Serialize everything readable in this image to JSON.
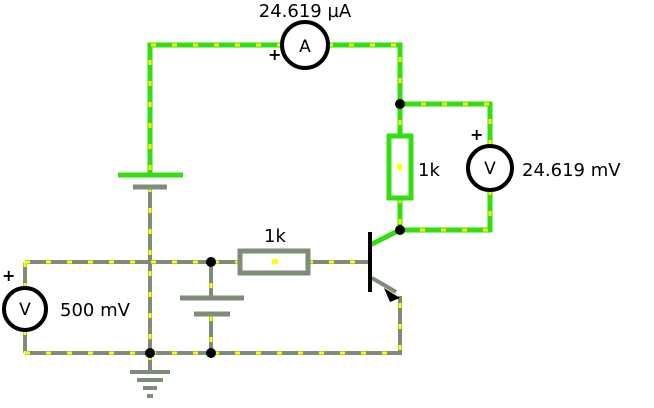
{
  "colors": {
    "active_wire": "#33dd11",
    "idle_wire": "#7e8c7a",
    "current_dot": "#ffff00",
    "node": "#000000",
    "background": "#ffffff"
  },
  "labels": {
    "ammeter_reading": "24.619 µA",
    "voltmeter_right_reading": "24.619 mV",
    "voltmeter_left_reading": "500 mV",
    "resistor_collector": "1k",
    "resistor_base": "1k",
    "ammeter_symbol": "A",
    "voltmeter_symbol": "V",
    "plus_sign": "+"
  },
  "icons": {
    "ammeter": "ammeter-icon",
    "voltmeter": "voltmeter-icon",
    "battery": "battery-icon",
    "resistor": "resistor-icon",
    "transistor": "npn-transistor-icon",
    "ground": "ground-icon"
  }
}
